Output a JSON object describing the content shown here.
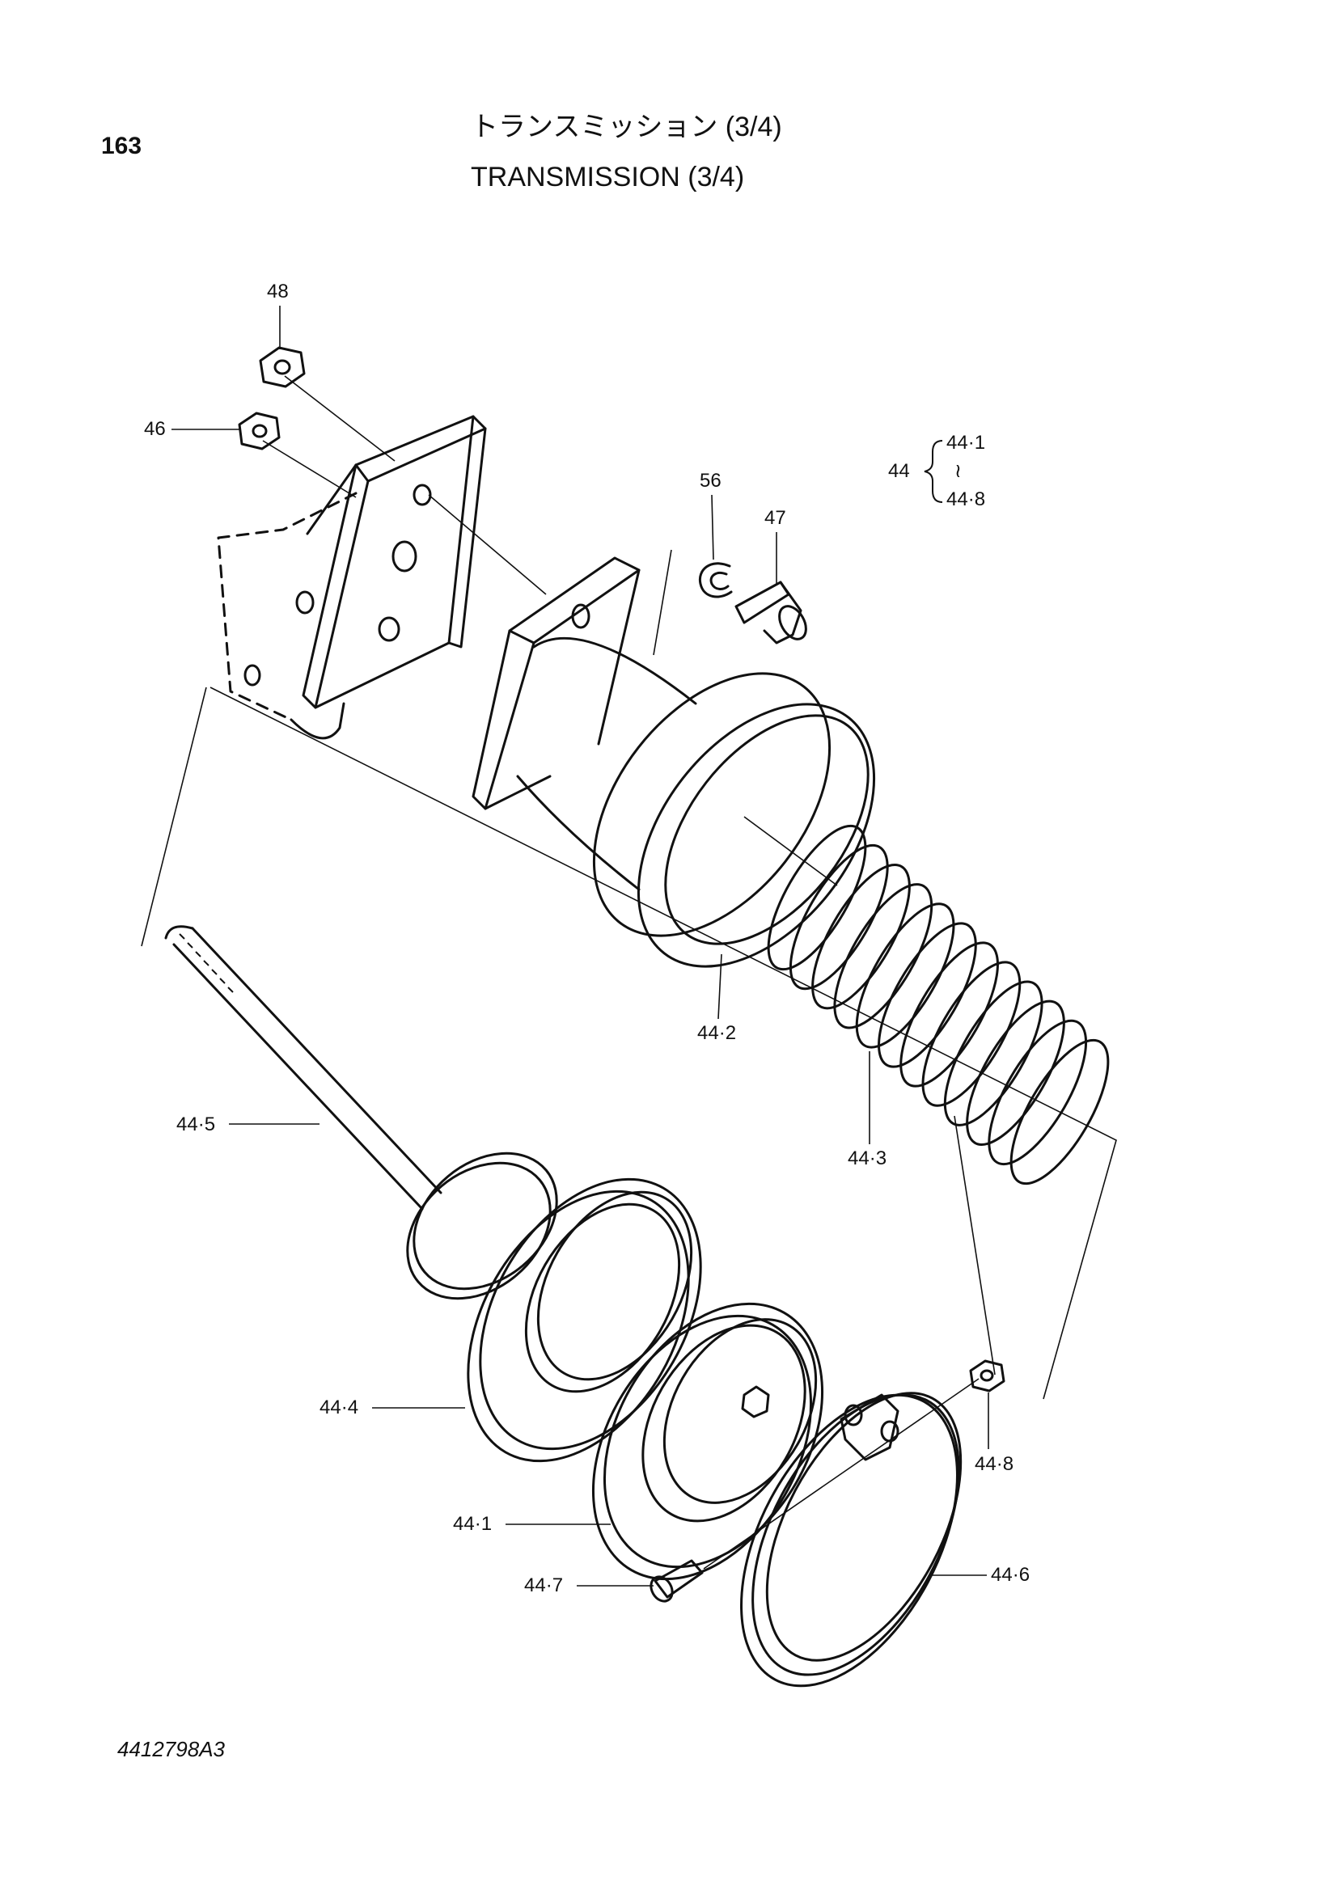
{
  "page": {
    "page_number": "163",
    "title_jp": "トランスミッション (3/4)",
    "title_en": "TRANSMISSION (3/4)",
    "document_number": "4412798A3"
  },
  "assembly_note": {
    "parent": "44",
    "first": "44·1",
    "range_mark": "≀",
    "last": "44·8"
  },
  "callouts": {
    "p48": "48",
    "p46": "46",
    "p56": "56",
    "p47": "47",
    "p44_2": "44·2",
    "p44_3": "44·3",
    "p44_5": "44·5",
    "p44_4": "44·4",
    "p44_1": "44·1",
    "p44_7": "44·7",
    "p44_8": "44·8",
    "p44_6": "44·6"
  }
}
